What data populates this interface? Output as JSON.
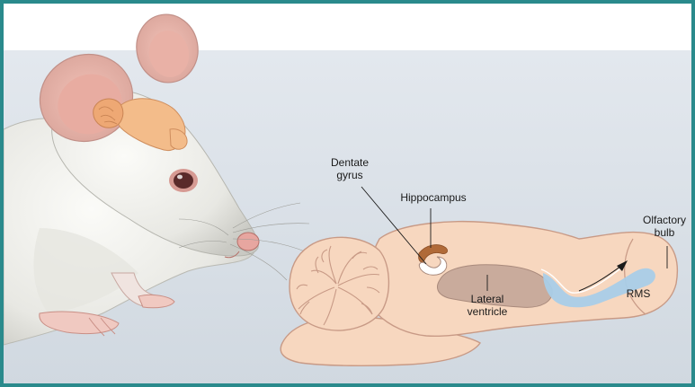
{
  "colors": {
    "frame": "#2a8a8c",
    "background": "#d5dde4",
    "brain_tissue": "#f7d7bf",
    "brain_outline": "#c89a86",
    "hippocampus": "#b06a38",
    "ventricle": "#c9ab9c",
    "rms_stream": "#a9cde8",
    "mouse_fur": "#eeeeea",
    "mouse_skin": "#eeb6ae"
  },
  "labels": {
    "dentate_gyrus": "Dentate\ngyrus",
    "hippocampus": "Hippocampus",
    "lateral_ventricle": "Lateral\nventricle",
    "rms": "RMS",
    "olfactory_bulb": "Olfactory\nbulb"
  }
}
